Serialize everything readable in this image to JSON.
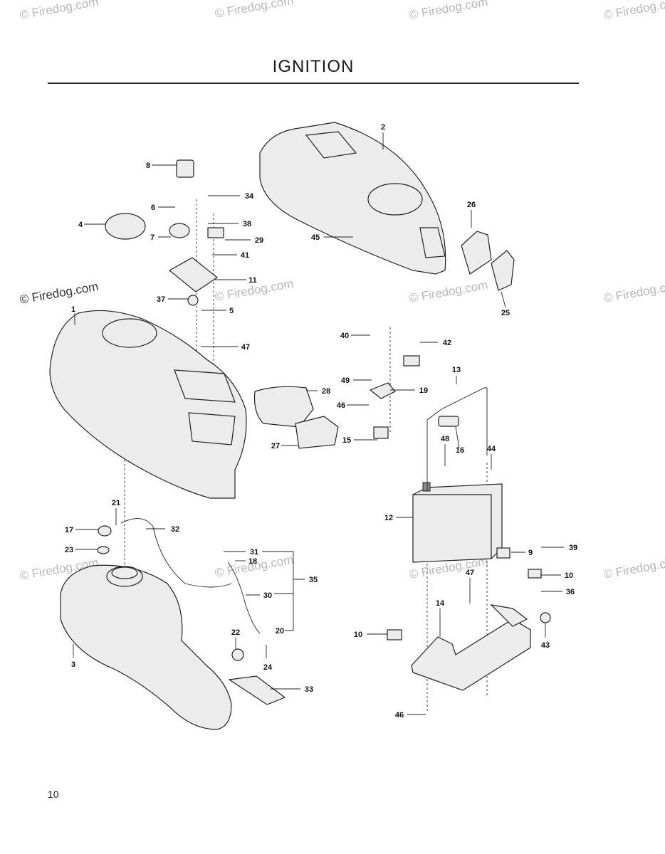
{
  "page": {
    "title": "IGNITION",
    "page_number": "10"
  },
  "watermarks": {
    "text": "© Firedog.com"
  },
  "callouts": {
    "c1": "1",
    "c2": "2",
    "c3": "3",
    "c4": "4",
    "c5": "5",
    "c6": "6",
    "c7": "7",
    "c8": "8",
    "c9": "9",
    "c10a": "10",
    "c10b": "10",
    "c11": "11",
    "c12": "12",
    "c13": "13",
    "c14": "14",
    "c15": "15",
    "c16": "16",
    "c17": "17",
    "c18": "18",
    "c19": "19",
    "c20": "20",
    "c21": "21",
    "c22": "22",
    "c23": "23",
    "c24": "24",
    "c25": "25",
    "c26": "26",
    "c27": "27",
    "c28": "28",
    "c29": "29",
    "c30": "30",
    "c31": "31",
    "c32": "32",
    "c33": "33",
    "c34": "34",
    "c35": "35",
    "c36": "36",
    "c37": "37",
    "c38": "38",
    "c39": "39",
    "c40": "40",
    "c41": "41",
    "c42": "42",
    "c43": "43",
    "c44": "44",
    "c45": "45",
    "c46a": "46",
    "c46b": "46",
    "c47a": "47",
    "c47b": "47",
    "c48": "48",
    "c49": "49"
  }
}
